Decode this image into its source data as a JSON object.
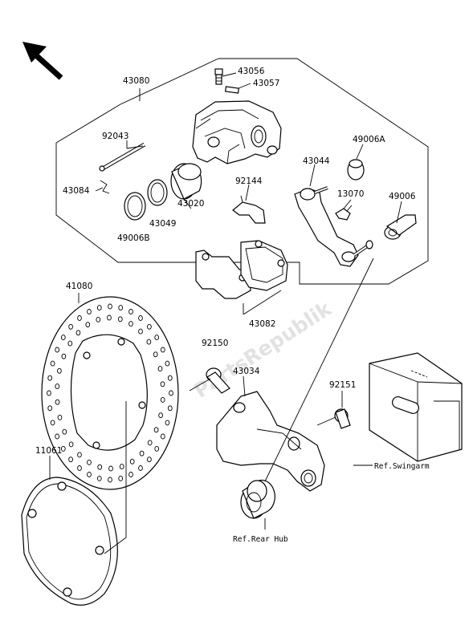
{
  "labels": {
    "caliper_assy": "43080",
    "bleeder_valve": "43056",
    "bleeder_cap": "43057",
    "pad_pin": "92043",
    "pin_clip": "43084",
    "piston": "43020",
    "piston_seal": "43049",
    "dust_seal": "49006B",
    "pad_spring": "92144",
    "bracket_holder": "43044",
    "boot_a": "49006A",
    "spring_plate": "13070",
    "boot": "49006",
    "pad_set": "43082",
    "disc": "41080",
    "disc_bolt": "92150",
    "caliper_bracket": "43034",
    "bracket_bolt": "92151",
    "disc_cover": "11061"
  },
  "refs": {
    "swingarm": "Ref.Swingarm",
    "rear_hub": "Ref.Rear Hub"
  },
  "watermark": "PartsRepublik"
}
